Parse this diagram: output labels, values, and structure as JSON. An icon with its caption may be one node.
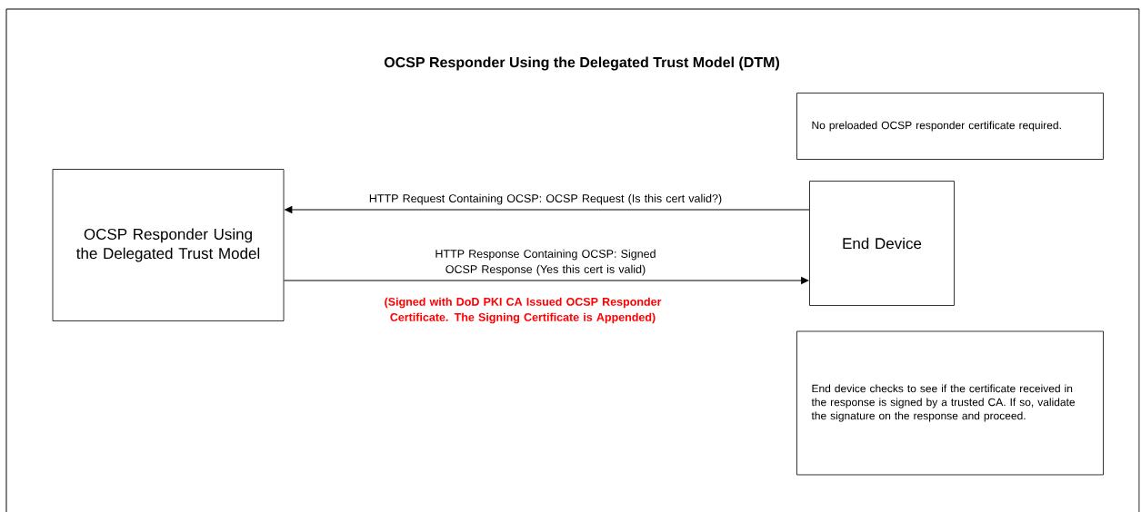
{
  "diagram": {
    "title": "OCSP Responder Using the Delegated Trust Model (DTM)",
    "nodes": [
      {
        "text": [
          "OCSP Responder Using the Delegated Trust Model"
        ]
      },
      {
        "text": [
          "End Device"
        ]
      },
      {
        "text": [
          "No preloaded OCSP responder certificate required."
        ]
      },
      {
        "text": [
          "End device checks to see if the certificate received in the response is signed by a trusted CA. If so, validate the signature on the response and proceed."
        ]
      }
    ],
    "edges": [
      {
        "from": 1,
        "to": 0,
        "arrow": "to",
        "label": "HTTP Request Containing OCSP: OCSP Request (Is this cert valid?)"
      },
      {
        "from": 0,
        "to": 1,
        "arrow": "to",
        "label": "HTTP Response Containing OCSP: Signed OCSP Response (Yes this cert is valid)"
      }
    ],
    "labels": [
      "(Signed with DoD PKI CA Issued OCSP Responder Certificate. The Signing Certificate is Appended)"
    ]
  }
}
